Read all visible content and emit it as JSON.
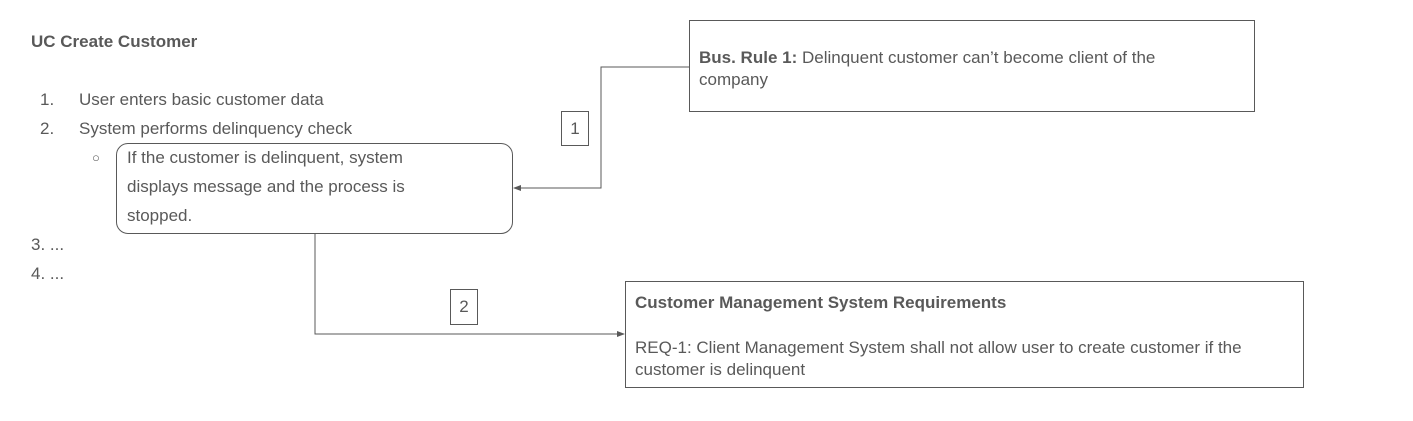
{
  "use_case": {
    "title": "UC Create Customer",
    "steps": [
      {
        "num": "1.",
        "text": "User enters basic customer data"
      },
      {
        "num": "2.",
        "text": "System performs delinquency check"
      }
    ],
    "sub_bullet_symbol": "○",
    "sub_step_lines": [
      "If the customer is delinquent, system",
      "displays message and the process is",
      "stopped."
    ],
    "more_steps": [
      "3. ...",
      "4. ..."
    ]
  },
  "business_rule": {
    "label": "Bus. Rule 1:",
    "text": " Delinquent customer can’t become client of the company"
  },
  "requirements": {
    "title": "Customer Management System Requirements",
    "text": "REQ-1: Client Management System shall not allow user to create customer if the customer is delinquent"
  },
  "connectors": [
    {
      "label": "1"
    },
    {
      "label": "2"
    }
  ],
  "colors": {
    "text": "#595959",
    "line": "#595959"
  }
}
